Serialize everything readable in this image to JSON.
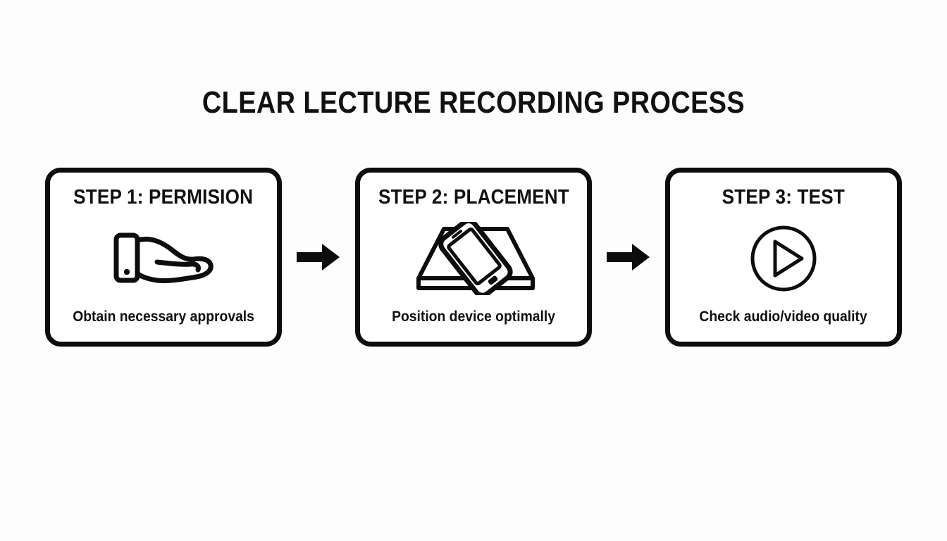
{
  "title": "CLEAR LECTURE RECORDING PROCESS",
  "colors": {
    "background": "#fdfdfe",
    "ink": "#0d0d0d",
    "card_fill": "#ffffff"
  },
  "steps": [
    {
      "title": "STEP 1: PERMISION",
      "caption": "Obtain necessary approvals",
      "icon": "open-hand-icon"
    },
    {
      "title": "STEP 2: PLACEMENT",
      "caption": "Position device optimally",
      "icon": "phone-on-table-icon"
    },
    {
      "title": "STEP 3: TEST",
      "caption": "Check audio/video quality",
      "icon": "play-button-icon"
    }
  ],
  "connectors": [
    {
      "label": "arrow-right"
    },
    {
      "label": "arrow-right"
    }
  ]
}
